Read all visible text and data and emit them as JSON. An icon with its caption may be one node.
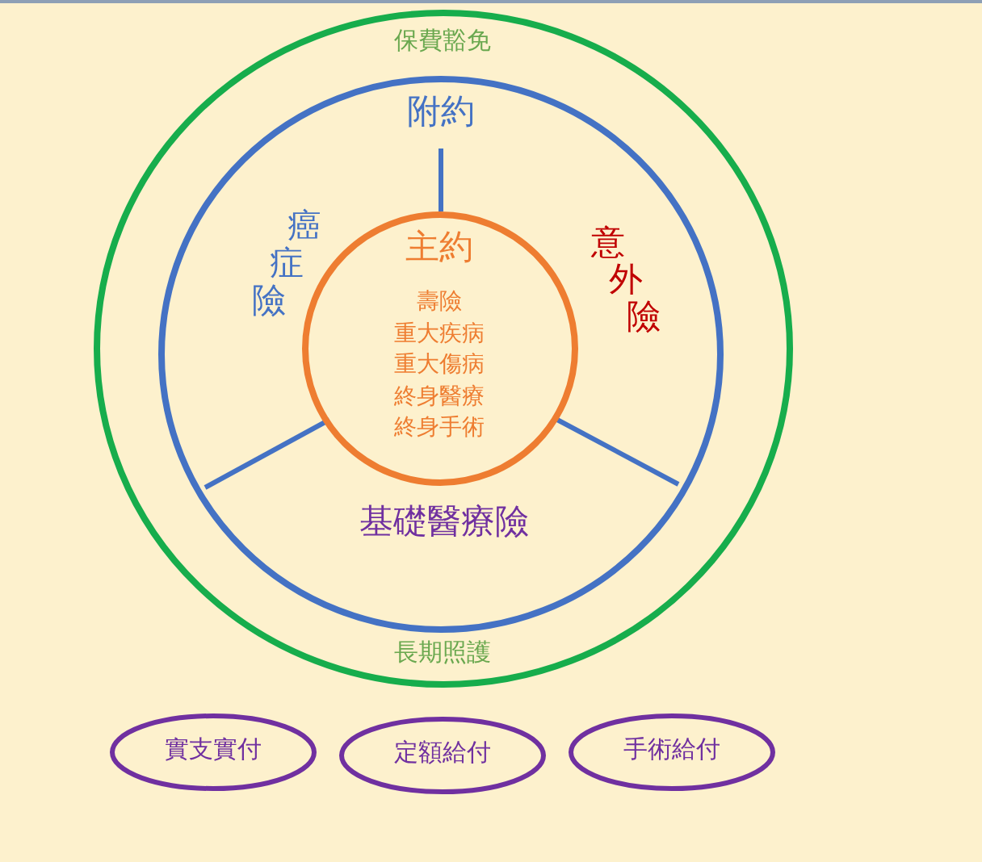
{
  "diagram": {
    "nodes": [
      {
        "text": [
          "保費豁免",
          "長期照護"
        ]
      },
      {
        "text": [
          "附約",
          "癌症險",
          "意外險",
          "基礎醫療險"
        ],
        "in": 0
      },
      {
        "text": [
          "主約",
          "壽險",
          "重大疾病",
          "重大傷病",
          "終身醫療",
          "終身手術"
        ],
        "in": 1
      },
      {
        "text": [
          "實支實付"
        ]
      },
      {
        "text": [
          "定額給付"
        ]
      },
      {
        "text": [
          "手術給付"
        ]
      }
    ]
  }
}
